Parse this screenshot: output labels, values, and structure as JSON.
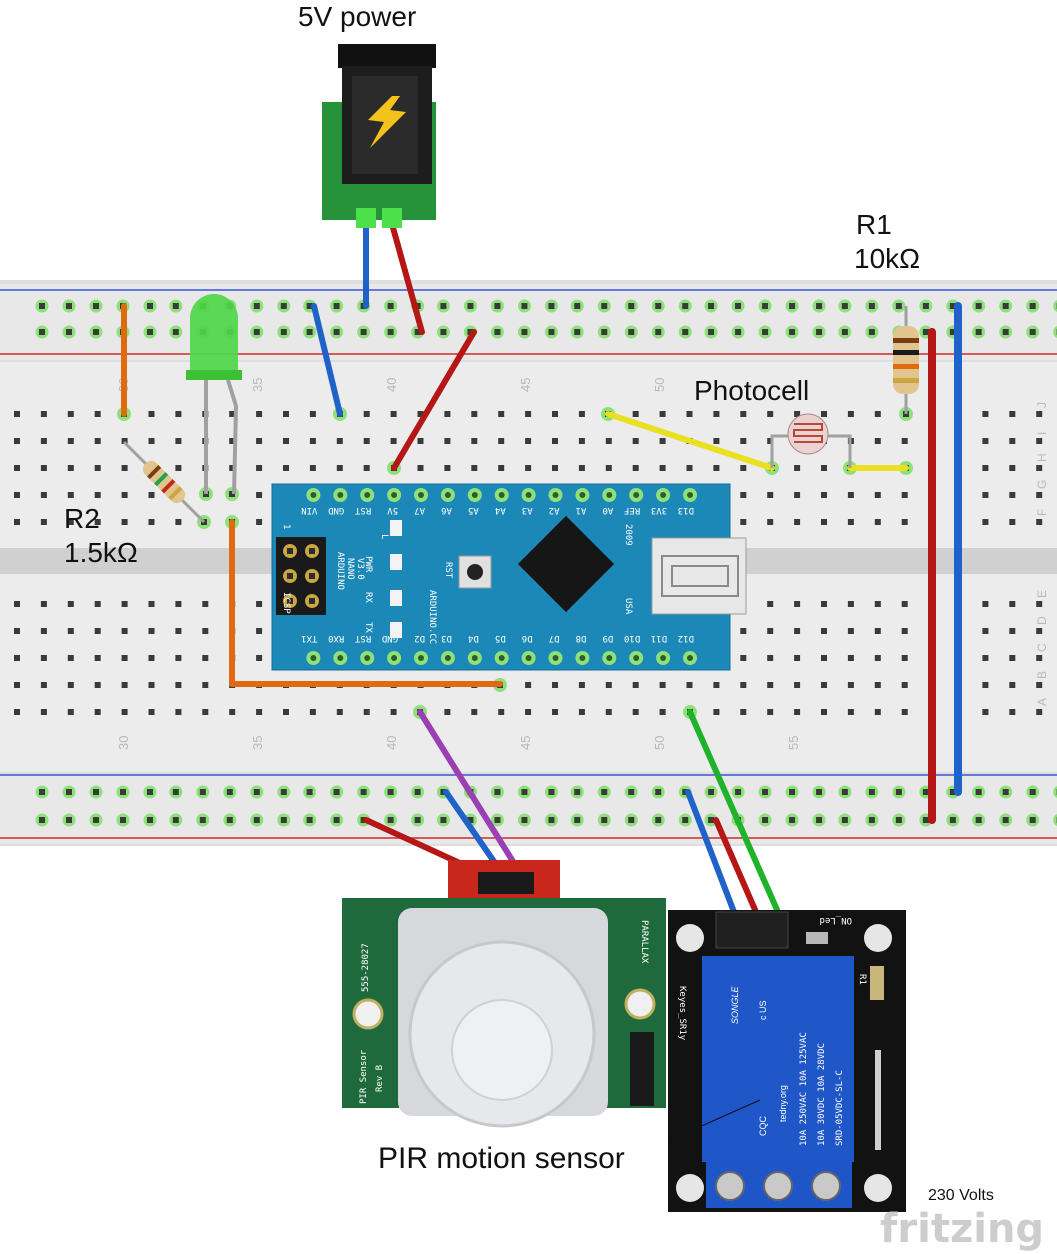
{
  "labels": {
    "power": "5V power",
    "r1_name": "R1",
    "r1_value": "10kΩ",
    "r2_name": "R2",
    "r2_value": "1.5kΩ",
    "photocell": "Photocell",
    "pir": "PIR motion sensor",
    "mains": "230 Volts",
    "brand": "fritzing"
  },
  "breadboard": {
    "column_numbers": [
      "30",
      "35",
      "40",
      "45",
      "50",
      "55"
    ],
    "row_letters_top": [
      "J",
      "I",
      "H",
      "G",
      "F"
    ],
    "row_letters_bottom": [
      "E",
      "D",
      "C",
      "B",
      "A"
    ]
  },
  "arduino": {
    "top_pins": [
      "D13",
      "3V3",
      "REF",
      "A0",
      "A1",
      "A2",
      "A3",
      "A4",
      "A5",
      "A6",
      "A7",
      "5V",
      "RST",
      "GND",
      "VIN"
    ],
    "bottom_pins": [
      "D12",
      "D11",
      "D10",
      "D9",
      "D8",
      "D7",
      "D6",
      "D5",
      "D4",
      "D3",
      "D2",
      "GND",
      "RST",
      "RX0",
      "TX1"
    ],
    "board_text": [
      "ARDUINO",
      "NANO",
      "V3.0"
    ],
    "site": "ARDUINO.CC",
    "year": "2009",
    "usa": "USA",
    "leds": [
      "L",
      "PWR",
      "RX",
      "TX"
    ],
    "rst_button": "RST",
    "icsp": "ICSP",
    "icsp_pin1": "1"
  },
  "pir_sensor": {
    "part_no": "555-28027",
    "name": "PIR Sensor",
    "rev": "Rev B",
    "maker": "PARALLAX"
  },
  "relay": {
    "module": "Keyes_SR1y",
    "on_led": "ON_Led",
    "r1": "R1",
    "brand": "SONGLE",
    "ratings": [
      "10A 250VAC  10A 125VAC",
      "10A 30VDC  10A 28VDC",
      "SRD-05VDC-SL-C"
    ],
    "site": "tedny.org",
    "cqc": "CQC",
    "ul": "c  US"
  }
}
